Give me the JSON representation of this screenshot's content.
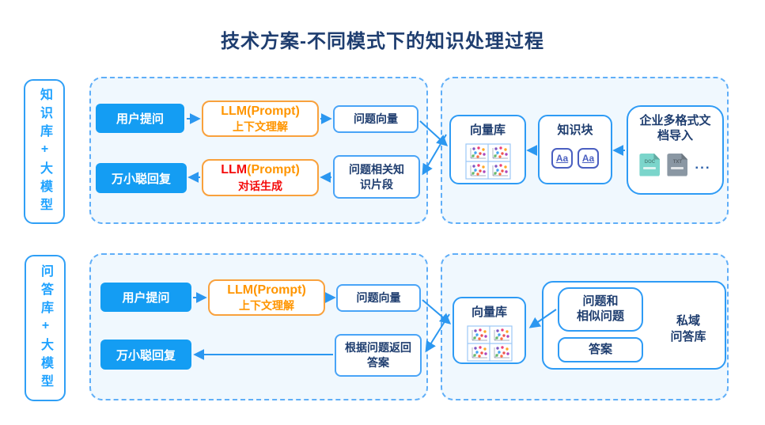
{
  "title": "技术方案-不同模式下的知识处理过程",
  "colors": {
    "accent_blue": "#149DF3",
    "arrow_blue": "#2B97F0",
    "navy_text": "#1E3D6F",
    "orange": "#FF9500",
    "red": "#F40B0B",
    "panel_bg": "#F0F8FE",
    "panel_border": "#5FAEF8"
  },
  "icons": {
    "vector_db": "scatter-plot-grid-icon",
    "knowledge_chunk": "text-chunk-aa-icon",
    "doc_file": "doc-file-icon",
    "txt_file": "txt-file-icon"
  },
  "rows": [
    {
      "side_label": "知识库+大模型",
      "left_panel": {
        "user_question": "用户提问",
        "llm_context": {
          "line1": "LLM(Prompt)",
          "line2": "上下文理解"
        },
        "question_vector": "问题向量",
        "reply": "万小聪回复",
        "llm_dialog": {
          "llm": "LLM",
          "prompt": "(Prompt)",
          "line2": "对话生成"
        },
        "related_knowledge": [
          "问题相关知",
          "识片段"
        ]
      },
      "right_panel": {
        "vector_db": "向量库",
        "knowledge_chunk": "知识块",
        "chunk_icon_text": "Aa",
        "doc_import": [
          "企业多格式文",
          "档导入"
        ],
        "doc_file_1": "DOC",
        "doc_file_2": "TXT",
        "ellipsis": "..."
      }
    },
    {
      "side_label": "问答库+大模型",
      "left_panel": {
        "user_question": "用户提问",
        "llm_context": {
          "line1": "LLM(Prompt)",
          "line2": "上下文理解"
        },
        "question_vector": "问题向量",
        "reply": "万小聪回复",
        "return_answer": [
          "根据问题返回",
          "答案"
        ]
      },
      "right_panel": {
        "vector_db": "向量库",
        "qa_box": {
          "questions": [
            "问题和",
            "相似问题"
          ],
          "answer": "答案",
          "label": [
            "私域",
            "问答库"
          ]
        }
      }
    }
  ]
}
